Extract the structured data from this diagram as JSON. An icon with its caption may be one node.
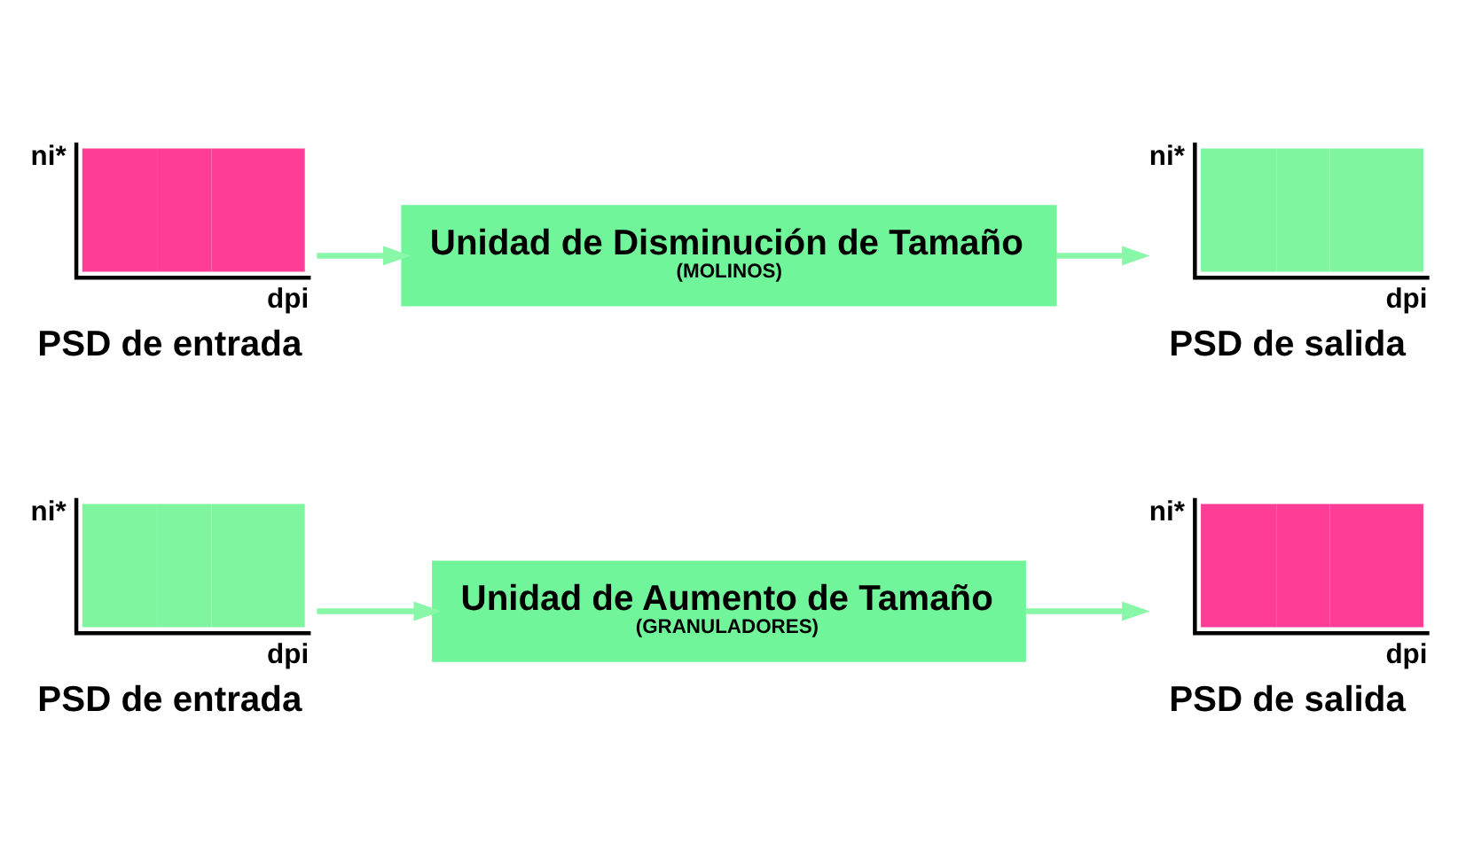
{
  "diagram": {
    "nodes": [
      {
        "text": [],
        "shape": "picture",
        "beside": [
          "ni*",
          "dpi",
          "PSD de entrada"
        ]
      },
      {
        "text": [
          "Unidad de Aumento de Tamaño",
          "(GRANULADORES)"
        ]
      },
      {
        "text": [],
        "shape": "picture",
        "beside": [
          "ni*",
          "dpi",
          "PSD de salida"
        ]
      },
      {
        "text": [],
        "shape": "picture",
        "beside": [
          "ni*",
          "dpi",
          "PSD de entrada"
        ]
      },
      {
        "text": [
          "Unidad de Disminución de Tamaño",
          "(MOLINOS)"
        ]
      },
      {
        "text": [],
        "shape": "picture",
        "beside": [
          "ni*",
          "dpi",
          "PSD de salida"
        ]
      }
    ],
    "edges": [
      {
        "from": 0,
        "to": 1,
        "arrow": "to"
      },
      {
        "from": 1,
        "to": 2,
        "arrow": "to"
      },
      {
        "from": 3,
        "to": 4,
        "arrow": "to"
      },
      {
        "from": 4,
        "to": 5,
        "arrow": "to"
      }
    ]
  }
}
